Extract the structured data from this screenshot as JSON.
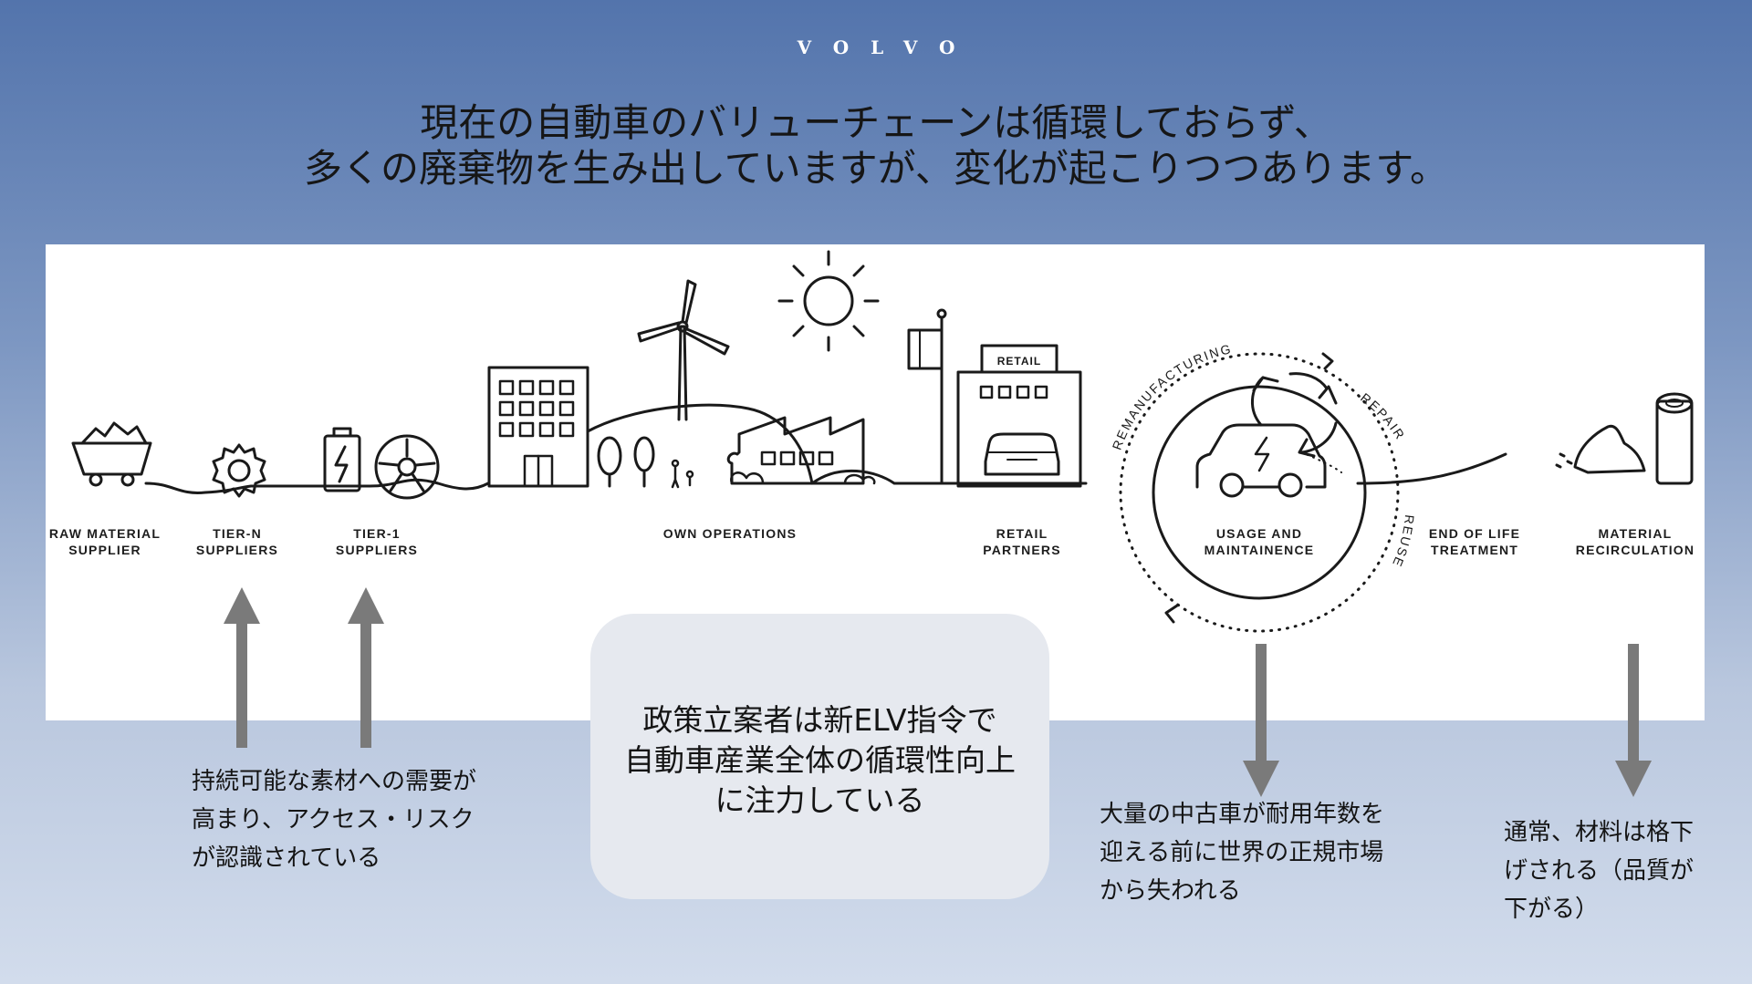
{
  "brand": "VOLVO",
  "headline": {
    "line1": "現在の自動車のバリューチェーンは循環しておらず、",
    "line2": "多くの廃棄物を生み出していますが、変化が起こりつつあります。"
  },
  "diagram": {
    "retail_sign": "RETAIL",
    "ring_labels": {
      "remanufacturing": "REMANUFACTURING",
      "repair": "REPAIR",
      "reuse": "REUSE"
    },
    "stages": [
      {
        "line1": "RAW MATERIAL",
        "line2": "SUPPLIER"
      },
      {
        "line1": "TIER-N",
        "line2": "SUPPLIERS"
      },
      {
        "line1": "TIER-1",
        "line2": "SUPPLIERS"
      },
      {
        "line1": "OWN OPERATIONS",
        "line2": ""
      },
      {
        "line1": "RETAIL",
        "line2": "PARTNERS"
      },
      {
        "line1": "USAGE AND",
        "line2": "MAINTAINENCE"
      },
      {
        "line1": "END OF LIFE",
        "line2": "TREATMENT"
      },
      {
        "line1": "MATERIAL",
        "line2": "RECIRCULATION"
      }
    ]
  },
  "notes": {
    "suppliers": [
      "持続可能な素材への需要が",
      "高まり、アクセス・リスク",
      "が認識されている"
    ],
    "policy": [
      "政策立案者は新ELV指令で",
      "自動車産業全体の循環性向上",
      "に注力している"
    ],
    "used_cars": [
      "大量の中古車が耐用年数を",
      "迎える前に世界の正規市場",
      "から失われる"
    ],
    "materials": [
      "通常、材料は格下",
      "げされる（品質が",
      "下がる）"
    ]
  },
  "colors": {
    "arrow": "#7a7a7a",
    "ink": "#1a1a1a",
    "policy_box": "#e6e9ef"
  }
}
